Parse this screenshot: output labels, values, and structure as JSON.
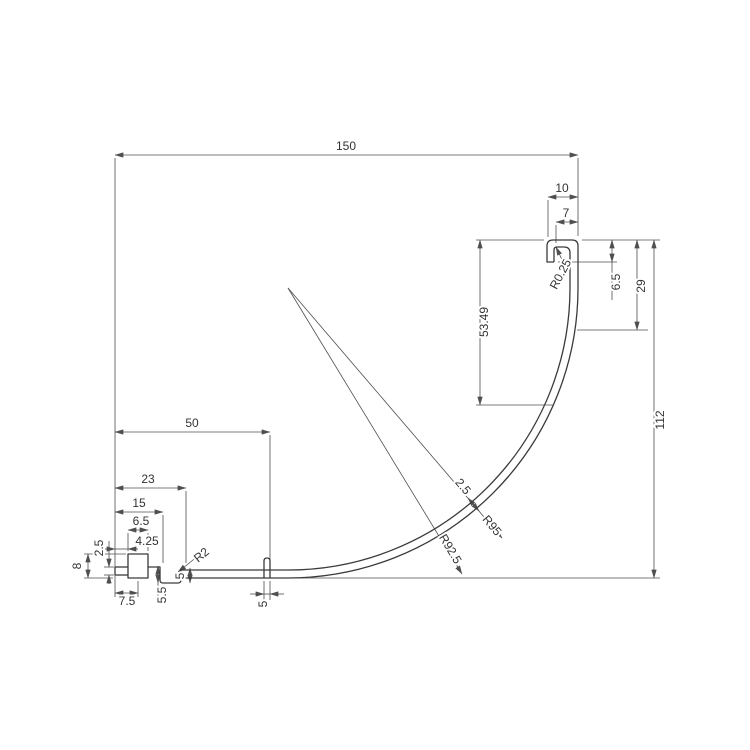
{
  "drawing": {
    "dims": {
      "overall_width": "150",
      "overall_height": "112",
      "hook_width": "10",
      "hook_opening": "7",
      "hook_height": "6.5",
      "upper_right_drop": "29",
      "curve_to_hook": "53.49",
      "hook_radius": "R0.25",
      "left_span_50": "50",
      "left_span_23": "23",
      "left_span_15": "15",
      "clip_width": "6.5",
      "tab_length": "4.25",
      "tab_thickness": "2.5",
      "clip_height": "8",
      "clip_center": "7.5",
      "hem_depth": "5.5",
      "hem_step": "5",
      "groove_width": "5",
      "hem_radius": "R2",
      "sheet_thickness": "2.5",
      "outer_radius": "R95",
      "inner_radius": "R92.5"
    },
    "colors": {
      "line": "#4f4f4f",
      "text": "#333333",
      "background": "#ffffff"
    }
  }
}
